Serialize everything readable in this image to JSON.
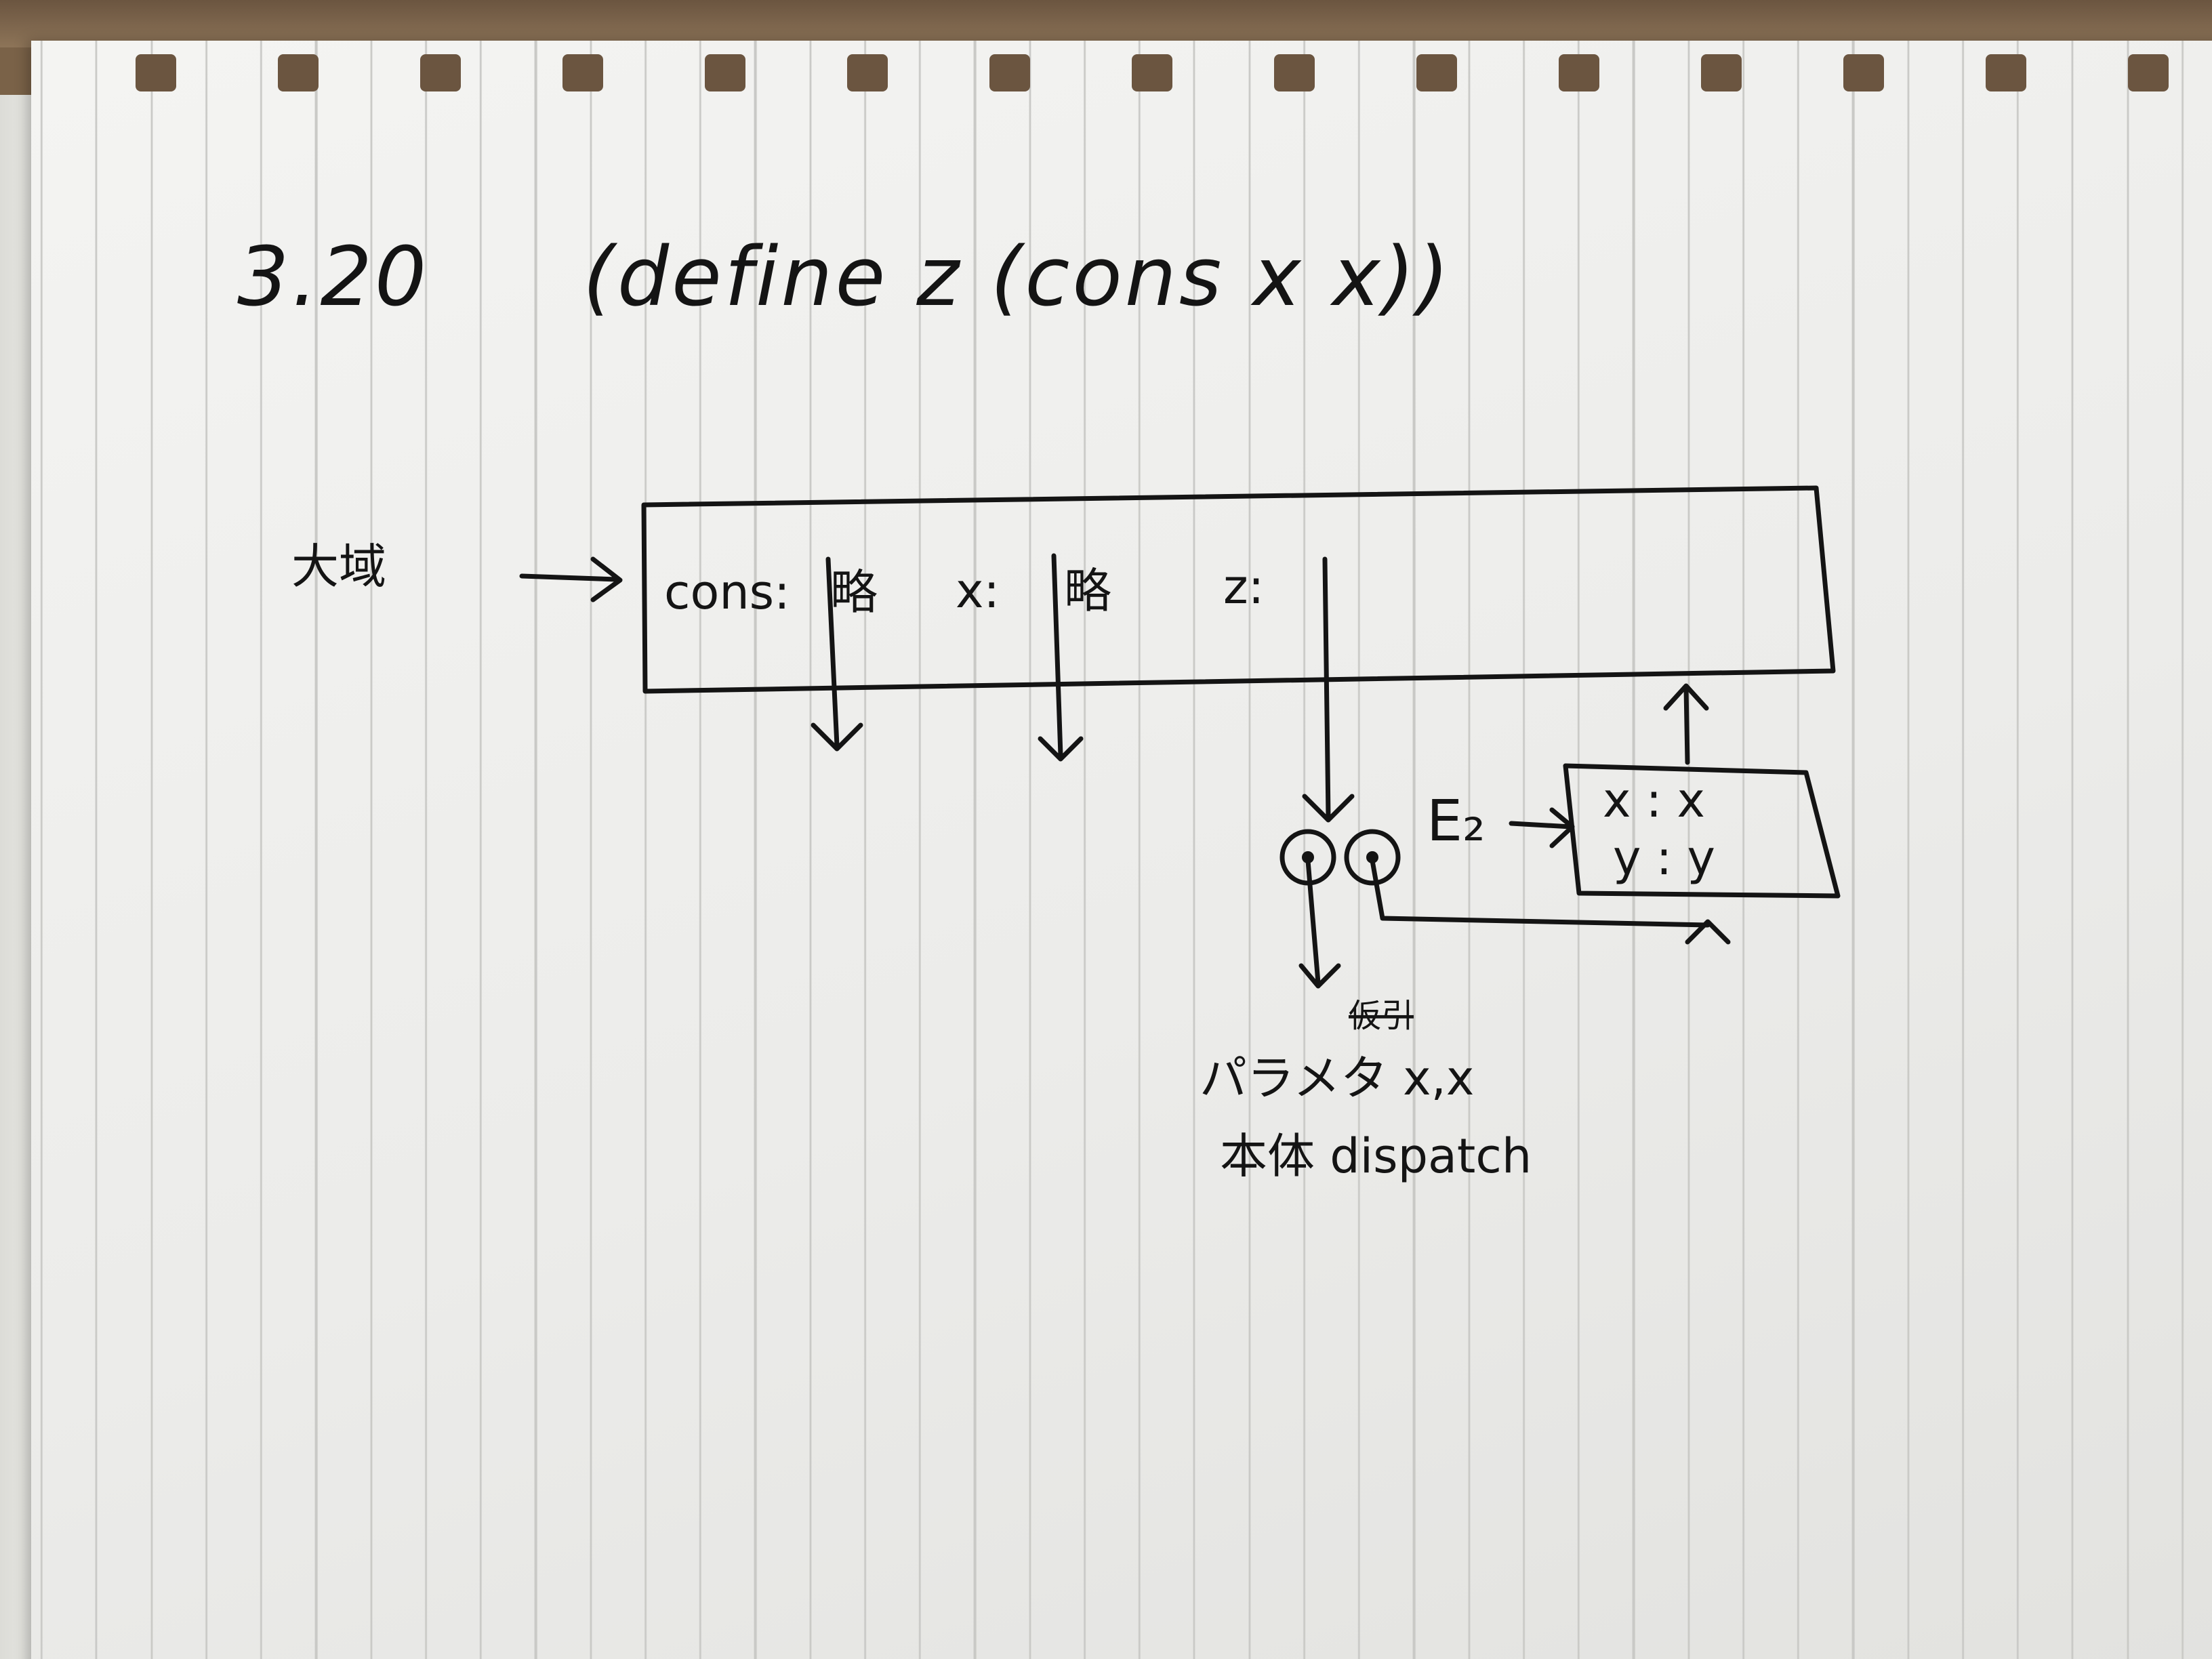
{
  "notebook": {
    "page_title": "3.20",
    "expression": "(define z (cons x x))"
  },
  "global_env": {
    "label": "大域",
    "bindings": {
      "cons": {
        "name": "cons:",
        "value": "略"
      },
      "x": {
        "name": "x:",
        "value": "略"
      },
      "z": {
        "name": "z:"
      }
    }
  },
  "env_e2": {
    "label": "E₂",
    "bindings": [
      "x : x",
      "y : y"
    ]
  },
  "procedure_object": {
    "scratched_text": "仮引",
    "parameters": "パラメタ x,x",
    "body": "本体 dispatch"
  },
  "colors": {
    "ink": "#141414",
    "paper": "#f4f4f2",
    "rule_lines": "#c9c9c6"
  }
}
